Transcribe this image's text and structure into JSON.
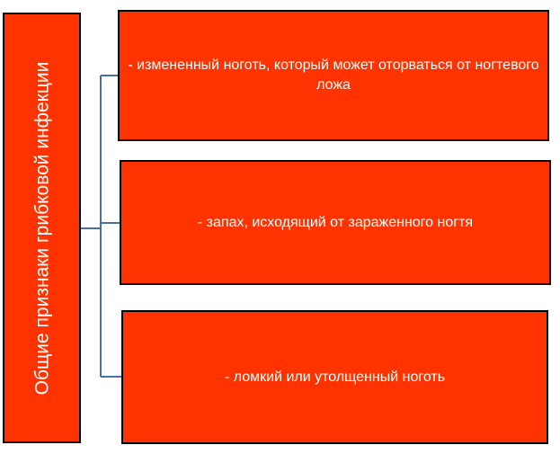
{
  "root": {
    "label": "Общие признаки грибковой инфекции"
  },
  "children": [
    {
      "label": "- измененный  ноготь, который может оторваться от ногтевого ложа"
    },
    {
      "label": "- запах, исходящий  от зараженного  ногтя"
    },
    {
      "label": "- ломкий  или утолщенный  ноготь"
    }
  ],
  "colors": {
    "box_fill": "#ff3300",
    "box_border": "#000000",
    "text": "#ffffff",
    "connector": "#4a6fa5"
  }
}
